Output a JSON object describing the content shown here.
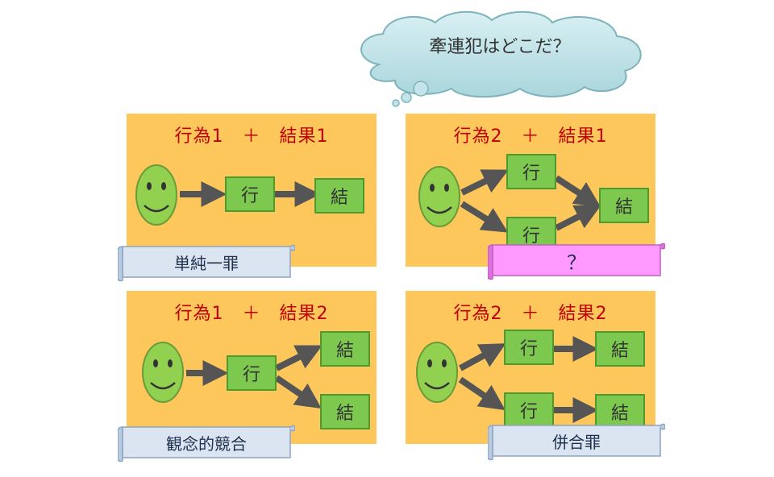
{
  "cloud": {
    "text": "牽連犯はどこだ？"
  },
  "panels": {
    "tl": {
      "title": "行為1　＋　結果1",
      "act": "行",
      "res": "結",
      "label": "単純一罪"
    },
    "tr": {
      "title": "行為2　＋　結果1",
      "act1": "行",
      "act2": "行",
      "res": "結",
      "label": "？"
    },
    "bl": {
      "title": "行為1　＋　結果2",
      "act": "行",
      "res1": "結",
      "res2": "結",
      "label": "観念的競合"
    },
    "br": {
      "title": "行為2　＋　結果2",
      "act1": "行",
      "act2": "行",
      "res1": "結",
      "res2": "結",
      "label": "併合罪"
    }
  },
  "colors": {
    "panel": "#fdc75c",
    "title": "#c00000",
    "box": "#7dc84f",
    "scroll_blue": "#dbe5f1",
    "scroll_pink": "#ff99ff",
    "cloud": "#c3e4e9"
  }
}
